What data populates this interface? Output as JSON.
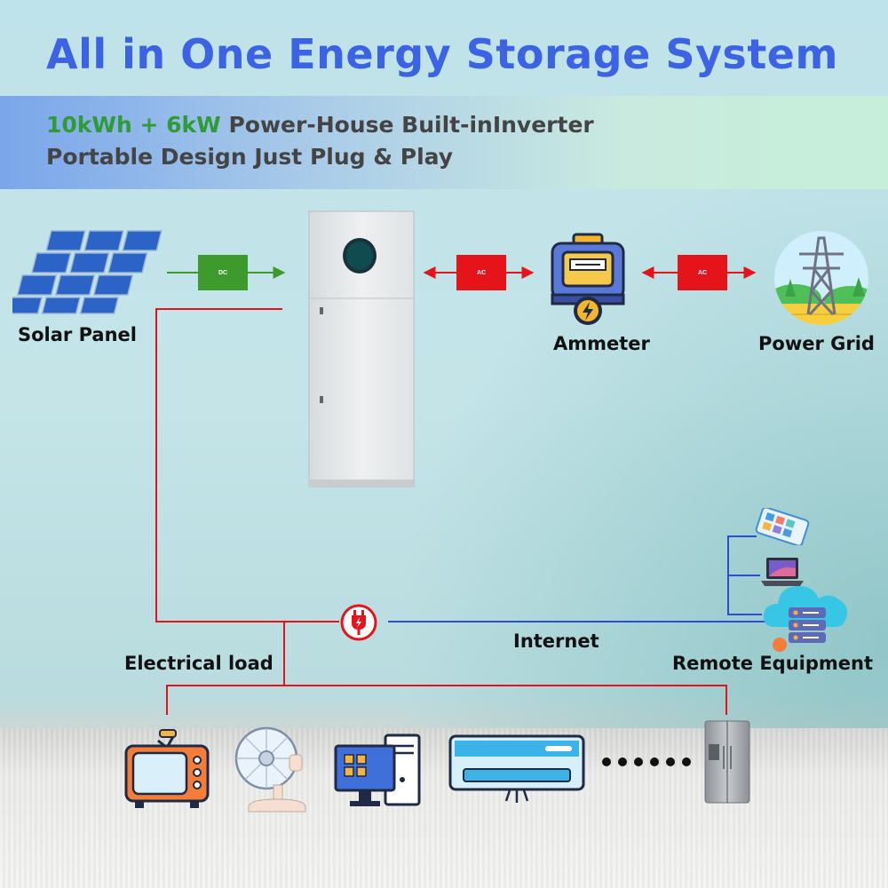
{
  "title": "All in One Energy Storage System",
  "subtitle": {
    "highlight": "10kWh + 6kW",
    "line1_rest": " Power-House Built-inInverter",
    "line2": "Portable Design Just Plug & Play"
  },
  "nodes": {
    "solar_panel": "Solar Panel",
    "ammeter": "Ammeter",
    "power_grid": "Power Grid",
    "electrical_load": "Electrical load",
    "internet": "Internet",
    "remote_equipment": "Remote Equipment"
  },
  "connectors": {
    "dc": "DC",
    "ac_1": "AC",
    "ac_2": "AC"
  },
  "colors": {
    "title": "#3b63e3",
    "highlight": "#2f9b35",
    "power_line": "#e4141a",
    "dc_line": "#3f9a2e",
    "data_line": "#2a4fd6"
  },
  "icons": [
    "solar-panel-icon",
    "energy-storage-unit-icon",
    "ammeter-icon",
    "power-grid-tower-icon",
    "plug-icon",
    "smartphone-icon",
    "laptop-icon",
    "cloud-server-icon",
    "tv-icon",
    "fan-icon",
    "desktop-computer-icon",
    "air-conditioner-icon",
    "ellipsis-icon",
    "refrigerator-icon"
  ]
}
